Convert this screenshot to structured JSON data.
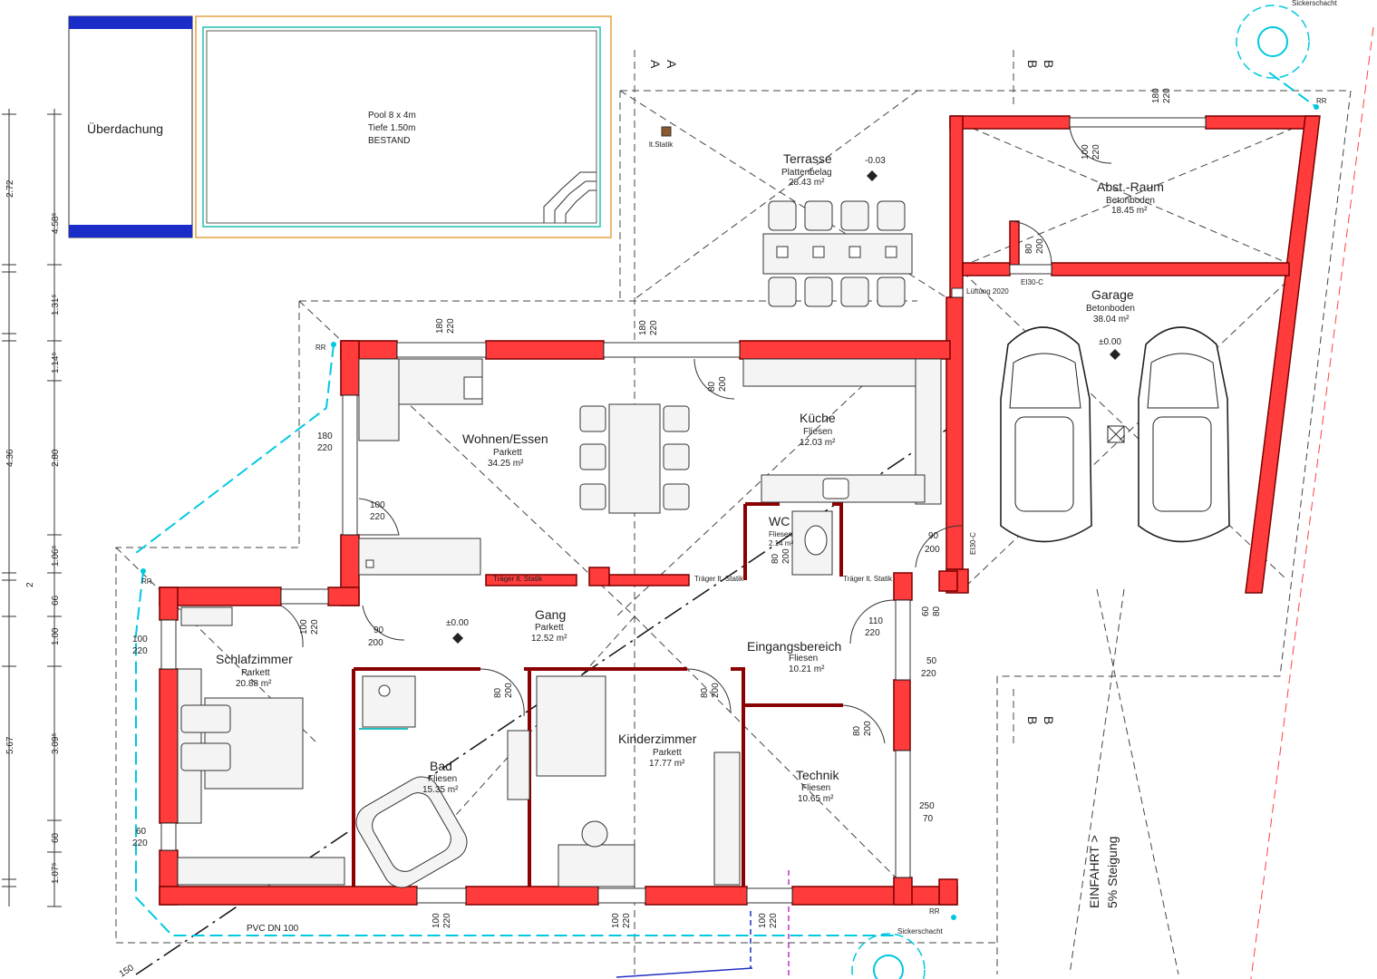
{
  "pool": {
    "cover_label": "Überdachung",
    "line1": "Pool 8 x 4m",
    "line2": "Tiefe 1.50m",
    "line3": "BESTAND"
  },
  "rooms": {
    "terrasse": {
      "name": "Terrasse",
      "floor": "Plattenbelag",
      "area": "28.43 m²",
      "level": "-0.03"
    },
    "abst": {
      "name": "Abst.-Raum",
      "floor": "Betonboden",
      "area": "18.45 m²"
    },
    "garage": {
      "name": "Garage",
      "floor": "Betonboden",
      "area": "38.04 m²",
      "level": "±0.00"
    },
    "wohnen": {
      "name": "Wohnen/Essen",
      "floor": "Parkett",
      "area": "34.25 m²"
    },
    "kueche": {
      "name": "Küche",
      "floor": "Fliesen",
      "area": "12.03 m²"
    },
    "wc": {
      "name": "WC",
      "floor": "Fliesen",
      "area": "2.14 m²"
    },
    "gang": {
      "name": "Gang",
      "floor": "Parkett",
      "area": "12.52 m²",
      "level": "±0.00"
    },
    "schlaf": {
      "name": "Schlafzimmer",
      "floor": "Parkett",
      "area": "20.88 m²"
    },
    "bad": {
      "name": "Bad",
      "floor": "Fliesen",
      "area": "15.35 m²"
    },
    "kinder": {
      "name": "Kinderzimmer",
      "floor": "Parkett",
      "area": "17.77 m²"
    },
    "eingang": {
      "name": "Eingangsbereich",
      "floor": "Fliesen",
      "area": "10.21 m²"
    },
    "technik": {
      "name": "Technik",
      "floor": "Fliesen",
      "area": "10.65 m²"
    }
  },
  "annotations": {
    "rr": "RR",
    "sickerschacht": "Sickerschacht",
    "pvc": "PVC DN 100",
    "einfahrt1": "EINFAHRT >",
    "einfahrt2": "5% Steigung",
    "section_a": "A",
    "section_b": "B",
    "ei30c": "EI30-C",
    "traeger": "Träger lt. Statik",
    "stuetze": "lt.Statik",
    "luecke": "Lüftung 2020",
    "num150": "150",
    "num2": "2"
  },
  "openings": {
    "d180_220": [
      "180",
      "220"
    ],
    "d100_220": [
      "100",
      "220"
    ],
    "d90_200": [
      "90",
      "200"
    ],
    "d80_200": [
      "80",
      "200"
    ],
    "d110_220": [
      "110",
      "220"
    ],
    "d60_220": [
      "60",
      "220"
    ],
    "d50_220": [
      "50",
      "220"
    ],
    "d250_70": [
      "250",
      "70"
    ],
    "d60_80": [
      "60",
      "80"
    ]
  },
  "dims_outer": [
    "2.72",
    "4.36",
    "5.67"
  ],
  "dims_inner": [
    "4.58⁵",
    "1.31⁵",
    "1.14⁵",
    "2.80",
    "1.06⁵",
    "66",
    "1.00",
    "3.09⁵",
    "60",
    "1.07⁵"
  ]
}
